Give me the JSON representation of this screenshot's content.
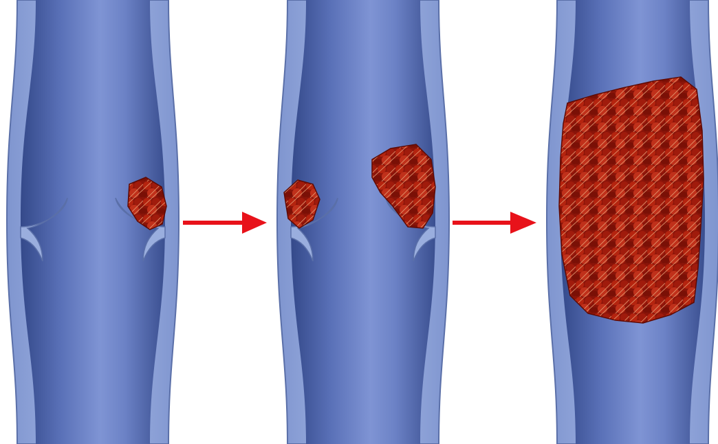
{
  "diagram": {
    "panel_count": 3,
    "stages": [
      {
        "id": "stage-1",
        "clots": 1,
        "valves": true
      },
      {
        "id": "stage-2",
        "clots": 2,
        "valves": true
      },
      {
        "id": "stage-3",
        "clots": 1,
        "valves": false
      }
    ],
    "arrow_count": 2,
    "icons": {
      "arrow": "right-arrow-icon",
      "clot": "blood-clot-icon",
      "valve": "vein-valve-icon"
    },
    "colors": {
      "vessel_wall": "#9aaede",
      "vessel_wall_edge": "#5a6fa8",
      "lumen_dark": "#3d5494",
      "lumen_mid": "#6a80c4",
      "lumen_light": "#9aabdf",
      "clot_dark": "#6e0d06",
      "clot_mid": "#b0210f",
      "clot_highlight": "#e4a37a",
      "arrow": "#e8121a",
      "background": "#ffffff"
    }
  }
}
